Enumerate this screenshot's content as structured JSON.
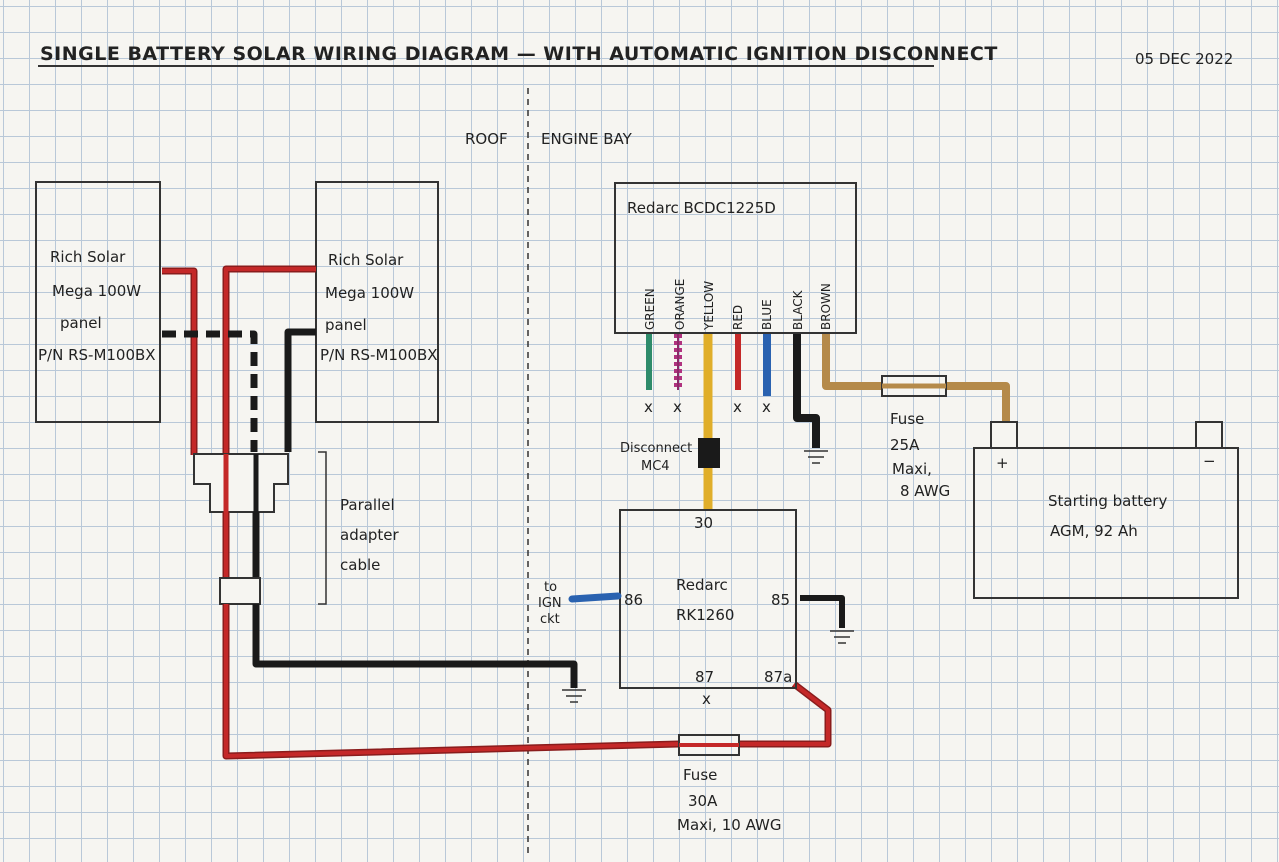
{
  "title": "SINGLE BATTERY SOLAR WIRING DIAGRAM — WITH AUTOMATIC IGNITION DISCONNECT",
  "date": "05 DEC 2022",
  "zones": {
    "left": "ROOF",
    "right": "ENGINE BAY"
  },
  "panels": [
    {
      "lines": [
        "Rich Solar",
        "Mega 100W",
        "panel",
        "P/N RS-M100BX"
      ]
    },
    {
      "lines": [
        "Rich Solar",
        "Mega 100W",
        "panel",
        "P/N RS-M100BX"
      ]
    }
  ],
  "adapter": {
    "lines": [
      "Parallel",
      "adapter",
      "cable"
    ]
  },
  "charger": {
    "title": "Redarc BCDC1225D",
    "wires": [
      {
        "name": "GREEN",
        "color": "#2e8b6a",
        "end": "x"
      },
      {
        "name": "ORANGE",
        "color": "#b0327f",
        "end": "x"
      },
      {
        "name": "YELLOW",
        "color": "#e0ae2a",
        "end": "relay"
      },
      {
        "name": "RED",
        "color": "#c42828",
        "end": "x"
      },
      {
        "name": "BLUE",
        "color": "#2a62b0",
        "end": "x"
      },
      {
        "name": "BLACK",
        "color": "#1a1a1a",
        "end": "ground"
      },
      {
        "name": "BROWN",
        "color": "#b58a4a",
        "end": "battery"
      }
    ]
  },
  "disconnect": {
    "lines": [
      "Disconnect",
      "MC4"
    ]
  },
  "relay": {
    "lines": [
      "Redarc",
      "RK1260"
    ],
    "pins": {
      "p30": "30",
      "p86": "86",
      "p85": "85",
      "p87": "87",
      "p87a": "87a"
    }
  },
  "ign": {
    "lines": [
      "to",
      "IGN",
      "ckt"
    ]
  },
  "fuse1": {
    "lines": [
      "Fuse",
      "25A",
      "Maxi,",
      "8 AWG"
    ]
  },
  "fuse2": {
    "lines": [
      "Fuse",
      "30A",
      "Maxi, 10 AWG"
    ]
  },
  "battery": {
    "lines": [
      "Starting battery",
      "AGM, 92 Ah"
    ],
    "pos": "+",
    "neg": "−"
  },
  "unconnected_mark": "x",
  "colors": {
    "red": "#c42828",
    "black": "#1a1a1a",
    "yellow": "#e0ae2a",
    "blue": "#2a62b0",
    "brown": "#b58a4a"
  }
}
